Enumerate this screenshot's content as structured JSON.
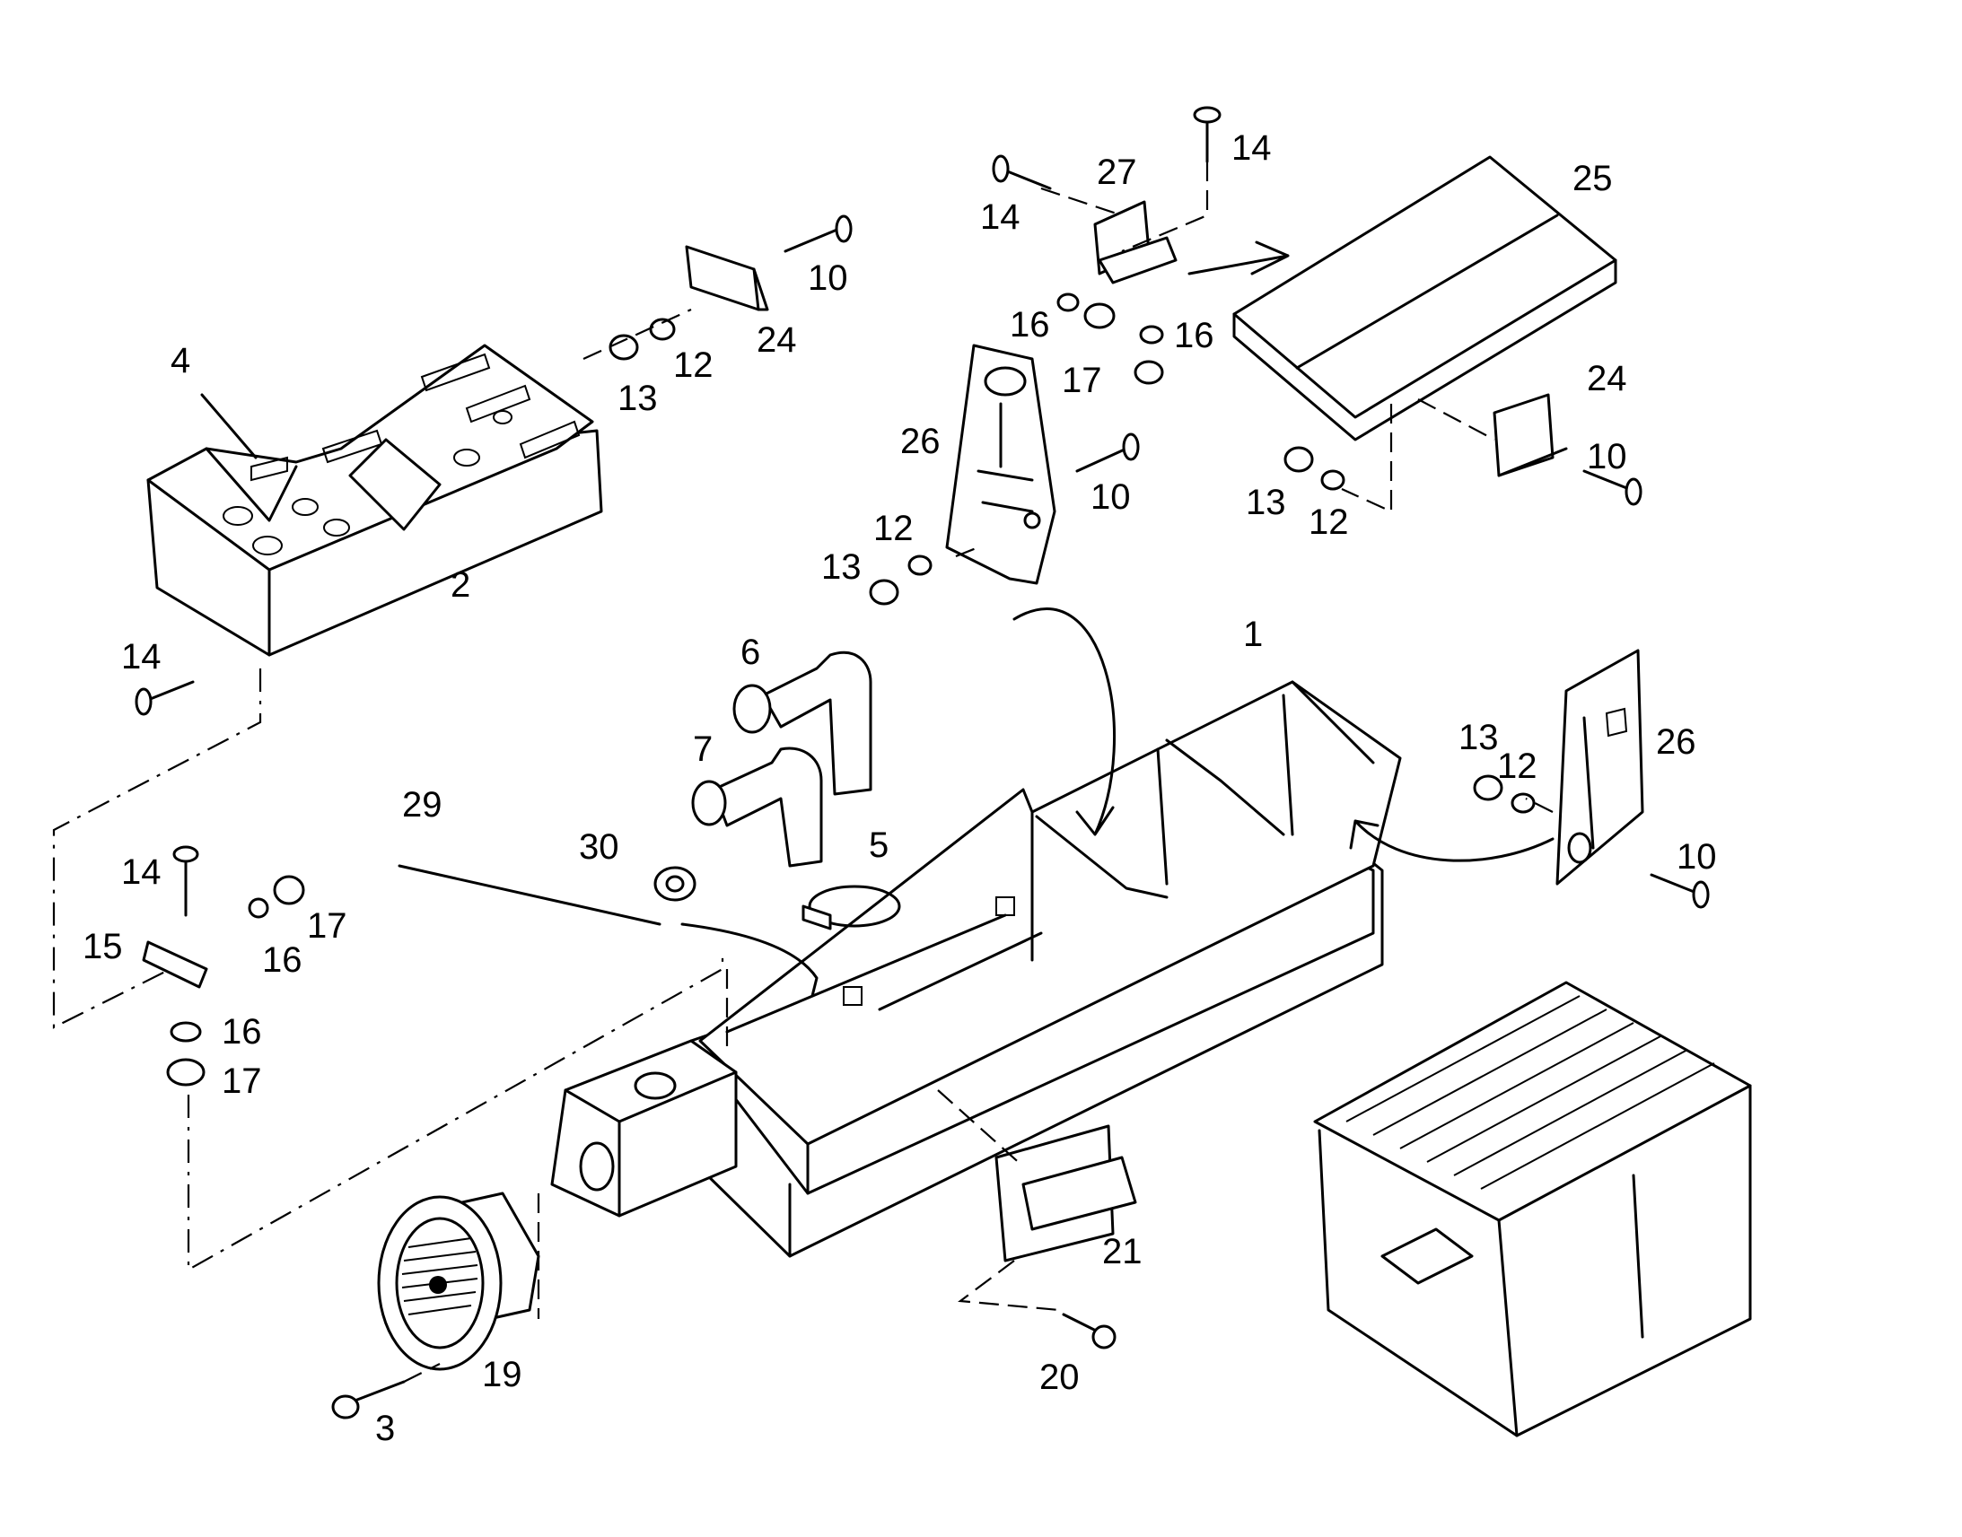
{
  "callouts": [
    {
      "id": "c1",
      "text": "1"
    },
    {
      "id": "c2",
      "text": "2"
    },
    {
      "id": "c3",
      "text": "3"
    },
    {
      "id": "c4",
      "text": "4"
    },
    {
      "id": "c5",
      "text": "5"
    },
    {
      "id": "c6",
      "text": "6"
    },
    {
      "id": "c7",
      "text": "7"
    },
    {
      "id": "c10a",
      "text": "10"
    },
    {
      "id": "c10b",
      "text": "10"
    },
    {
      "id": "c10c",
      "text": "10"
    },
    {
      "id": "c10d",
      "text": "10"
    },
    {
      "id": "c12a",
      "text": "12"
    },
    {
      "id": "c12b",
      "text": "12"
    },
    {
      "id": "c12c",
      "text": "12"
    },
    {
      "id": "c12d",
      "text": "12"
    },
    {
      "id": "c13a",
      "text": "13"
    },
    {
      "id": "c13b",
      "text": "13"
    },
    {
      "id": "c13c",
      "text": "13"
    },
    {
      "id": "c13d",
      "text": "13"
    },
    {
      "id": "c14a",
      "text": "14"
    },
    {
      "id": "c14b",
      "text": "14"
    },
    {
      "id": "c14c",
      "text": "14"
    },
    {
      "id": "c14d",
      "text": "14"
    },
    {
      "id": "c15",
      "text": "15"
    },
    {
      "id": "c16a",
      "text": "16"
    },
    {
      "id": "c16b",
      "text": "16"
    },
    {
      "id": "c16c",
      "text": "16"
    },
    {
      "id": "c16d",
      "text": "16"
    },
    {
      "id": "c17a",
      "text": "17"
    },
    {
      "id": "c17b",
      "text": "17"
    },
    {
      "id": "c17c",
      "text": "17"
    },
    {
      "id": "c19",
      "text": "19"
    },
    {
      "id": "c20",
      "text": "20"
    },
    {
      "id": "c21",
      "text": "21"
    },
    {
      "id": "c24a",
      "text": "24"
    },
    {
      "id": "c24b",
      "text": "24"
    },
    {
      "id": "c25",
      "text": "25"
    },
    {
      "id": "c26a",
      "text": "26"
    },
    {
      "id": "c26b",
      "text": "26"
    },
    {
      "id": "c27",
      "text": "27"
    },
    {
      "id": "c29",
      "text": "29"
    },
    {
      "id": "c30",
      "text": "30"
    }
  ]
}
